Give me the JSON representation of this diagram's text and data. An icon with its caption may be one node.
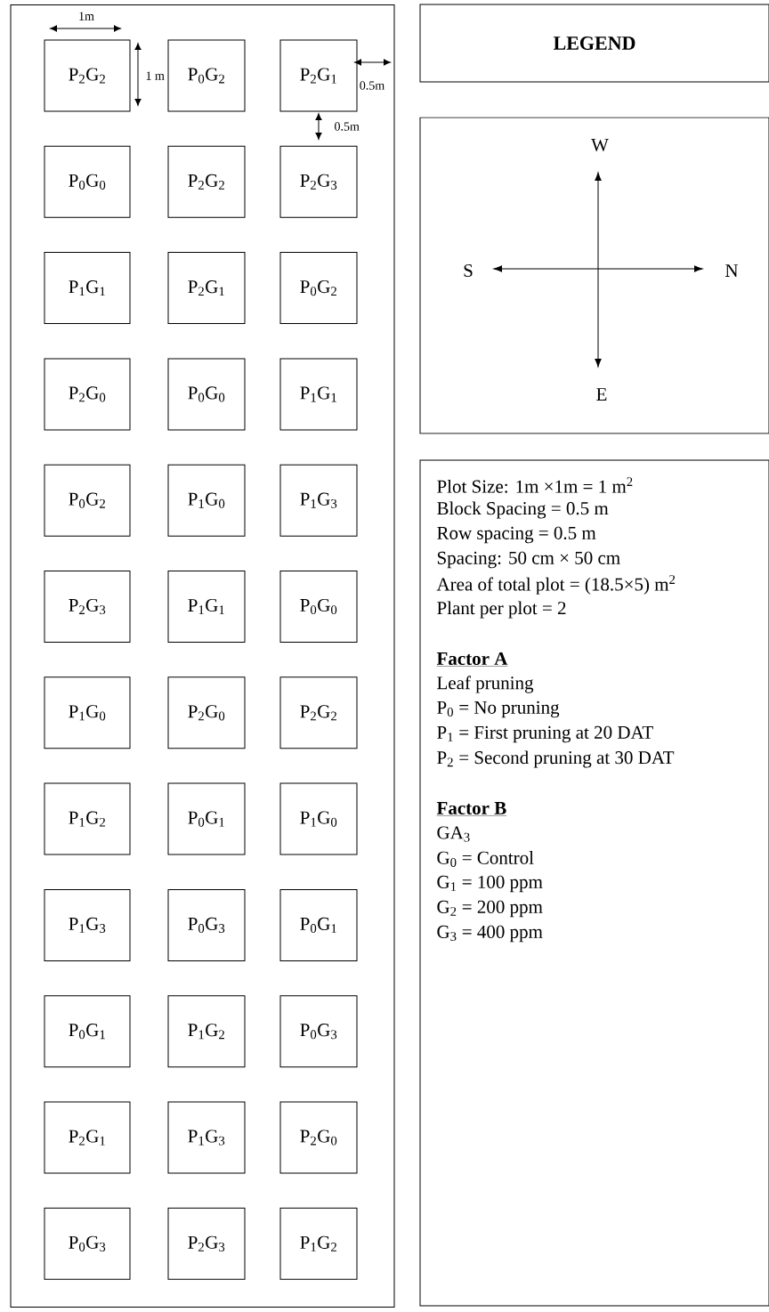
{
  "diagram": {
    "nodes": [
      {
        "text": [],
        "shape": "box"
      },
      {
        "text": [
          "P$_{2}$G$_{2}$"
        ],
        "in": 0
      },
      {
        "text": [
          "P$_{0}$G$_{2}$"
        ],
        "in": 0
      },
      {
        "text": [
          "P$_{2}$G$_{1}$"
        ],
        "in": 0
      },
      {
        "text": [
          "P$_{0}$G$_{0}$"
        ],
        "in": 0
      },
      {
        "text": [
          "P$_{2}$G$_{2}$"
        ],
        "in": 0
      },
      {
        "text": [
          "P$_{2}$G$_{3}$"
        ],
        "in": 0
      },
      {
        "text": [
          "P$_{1}$G$_{1}$"
        ],
        "in": 0
      },
      {
        "text": [
          "P$_{2}$G$_{1}$"
        ],
        "in": 0
      },
      {
        "text": [
          "P$_{0}$G$_{2}$"
        ],
        "in": 0
      },
      {
        "text": [
          "P$_{2}$G$_{0}$"
        ],
        "in": 0
      },
      {
        "text": [
          "P$_{0}$G$_{0}$"
        ],
        "in": 0
      },
      {
        "text": [
          "P$_{1}$G$_{1}$"
        ],
        "in": 0
      },
      {
        "text": [
          "P$_{0}$G$_{2}$"
        ],
        "in": 0
      },
      {
        "text": [
          "P$_{1}$G$_{0}$"
        ],
        "in": 0
      },
      {
        "text": [
          "P$_{1}$G$_{3}$"
        ],
        "in": 0
      },
      {
        "text": [
          "P$_{2}$G$_{3}$"
        ],
        "in": 0
      },
      {
        "text": [
          "P$_{1}$G$_{1}$"
        ],
        "in": 0
      },
      {
        "text": [
          "P$_{0}$G$_{0}$"
        ],
        "in": 0
      },
      {
        "text": [
          "P$_{1}$G$_{0}$"
        ],
        "in": 0
      },
      {
        "text": [
          "P$_{2}$G$_{0}$"
        ],
        "in": 0
      },
      {
        "text": [
          "P$_{2}$G$_{2}$"
        ],
        "in": 0
      },
      {
        "text": [
          "P$_{1}$G$_{2}$"
        ],
        "in": 0
      },
      {
        "text": [
          "P$_{0}$G$_{1}$"
        ],
        "in": 0
      },
      {
        "text": [
          "P$_{1}$G$_{0}$"
        ],
        "in": 0
      },
      {
        "text": [
          "P$_{1}$G$_{3}$"
        ],
        "in": 0
      },
      {
        "text": [
          "P$_{0}$G$_{3}$"
        ],
        "in": 0
      },
      {
        "text": [
          "P$_{0}$G$_{1}$"
        ],
        "in": 0
      },
      {
        "text": [
          "P$_{0}$G$_{1}$"
        ],
        "in": 0
      },
      {
        "text": [
          "P$_{1}$G$_{2}$"
        ],
        "in": 0
      },
      {
        "text": [
          "P$_{0}$G$_{3}$"
        ],
        "in": 0
      },
      {
        "text": [
          "P$_{2}$G$_{1}$"
        ],
        "in": 0
      },
      {
        "text": [
          "P$_{1}$G$_{3}$"
        ],
        "in": 0
      },
      {
        "text": [
          "P$_{2}$G$_{0}$"
        ],
        "in": 0
      },
      {
        "text": [
          "P$_{0}$G$_{3}$"
        ],
        "in": 0
      },
      {
        "text": [
          "P$_{2}$G$_{3}$"
        ],
        "in": 0
      },
      {
        "text": [
          "P$_{1}$G$_{2}$"
        ],
        "in": 0
      },
      {
        "text": [
          "LEGEND"
        ]
      },
      {
        "text": [],
        "shape": "box"
      },
      {
        "text": [
          "Plot Size: 1m ×1m = 1 m$^{2}$",
          "Block Spacing = 0.5 m",
          "Row spacing = 0.5 m",
          "Spacing: 50 cm × 50 cm",
          "Area of total plot = (18.5×5) m$^{2}$",
          "Plant per plot = 2",
          "Factor A",
          "Leaf pruning",
          "P$_{0}$ = No pruning",
          "P$_{1}$ = First pruning at 20 DAT",
          "P$_{2}$ = Second pruning at 30 DAT",
          "Factor B",
          "GA$_{3}$",
          "G$_{0}$ = Control",
          "G$_{1}$ = 100 ppm",
          "G$_{2}$ = 200 ppm",
          "G$_{3}$ = 400 ppm"
        ]
      }
    ],
    "labels": [
      "1m",
      "1 m",
      "0.5m",
      "0.5m",
      "W",
      "S",
      "N",
      "E"
    ]
  }
}
